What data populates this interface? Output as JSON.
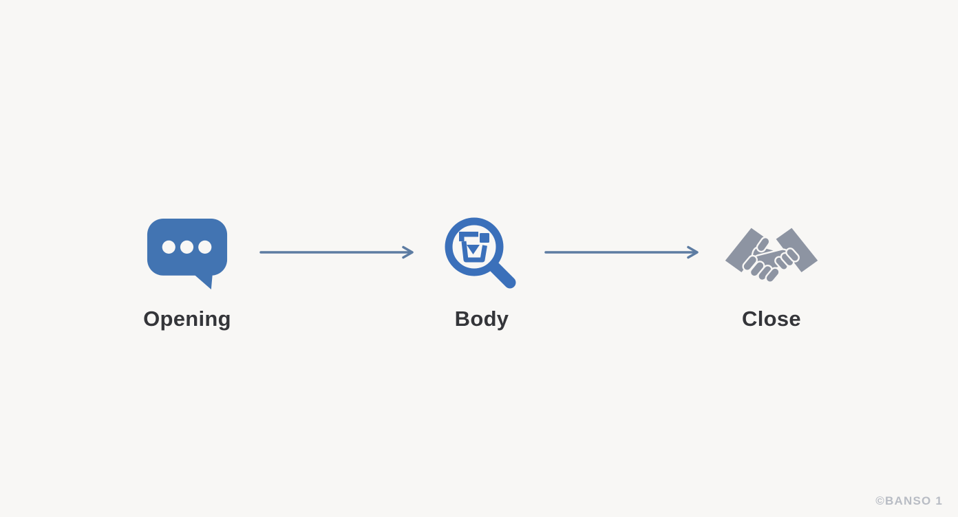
{
  "diagram": {
    "type": "flow",
    "direction": "left-to-right"
  },
  "steps": [
    {
      "label": "Opening",
      "icon": "speech-bubble-icon"
    },
    {
      "label": "Body",
      "icon": "magnifier-icon"
    },
    {
      "label": "Close",
      "icon": "handshake-icon"
    }
  ],
  "arrows": {
    "count": 2,
    "style": "thin line with open chevron head"
  },
  "watermark": {
    "text": "©BANSO 1"
  },
  "colors": {
    "background": "#f8f7f5",
    "bubble_blue": "#4274b2",
    "magnifier_blue": "#3b70ba",
    "handshake_gray": "#8d94a2",
    "arrow": "#5d7ca2",
    "label_text": "#343539",
    "watermark_text": "#b8bcc4"
  }
}
